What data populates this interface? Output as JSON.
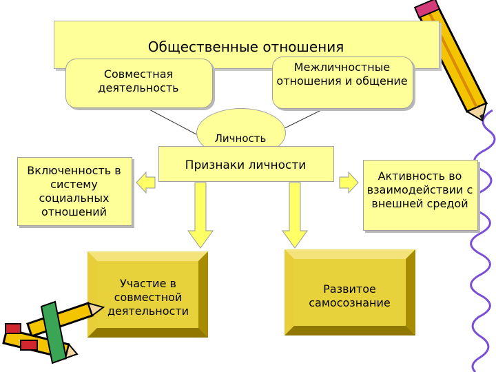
{
  "diagram": {
    "title": "Общественные отношения",
    "joint_activity": "Совместная деятельность",
    "interpersonal": "Межличностные отношения и общение",
    "personality": "Личность",
    "signs": "Признаки личности",
    "inclusion": "Включенность в систему социальных отношений",
    "activity": "Активность во взаимодействии с внешней средой",
    "participation": "Участие в совместной деятельности",
    "self_awareness": "Развитое самосознание"
  },
  "colors": {
    "box_fill": "#ffff99",
    "bevel_fill": "#e8d23c",
    "arrow_fill": "#ffff66",
    "pencil_body": "#f5c400",
    "wavy_line": "#7a4fd6"
  },
  "icons": [
    "pencil-icon",
    "pencils-icon"
  ]
}
